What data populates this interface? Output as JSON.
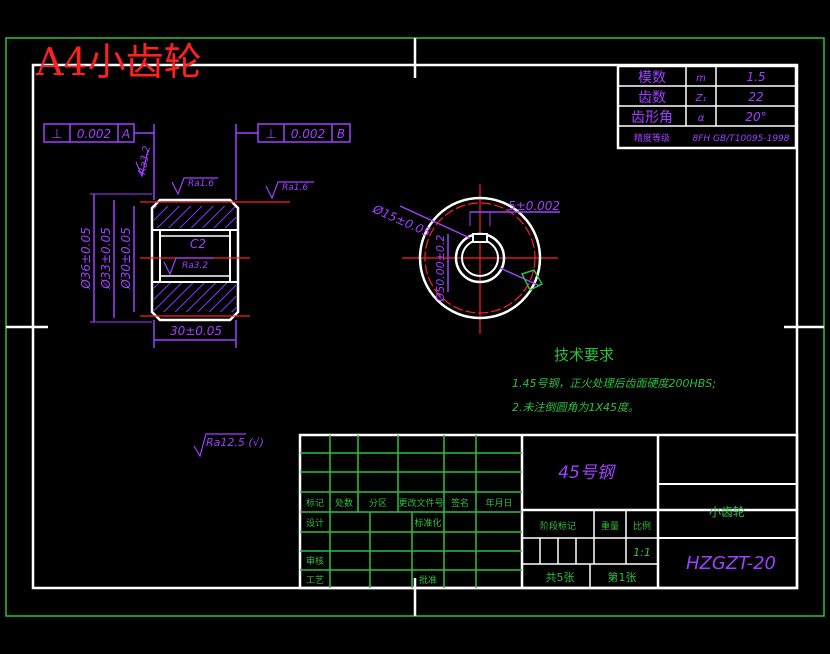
{
  "drawing_title": "A4小齿轮",
  "params": {
    "rows": [
      {
        "name": "模数",
        "symbol": "m",
        "value": "1.5"
      },
      {
        "name": "齿数",
        "symbol": "Z₁",
        "value": "22"
      },
      {
        "name": "齿形角",
        "symbol": "α",
        "value": "20°"
      },
      {
        "name": "精度等级",
        "symbol": "",
        "value": "8FH GB/T10095-1998"
      }
    ]
  },
  "tolerances": {
    "left_symbol": "⊥",
    "left_value": "0.002",
    "left_datum": "A",
    "right_symbol": "⊥",
    "right_value": "0.002",
    "right_datum": "B"
  },
  "dimensions": {
    "ra_a": "Ra3.2",
    "ra_b": "Ra1.6",
    "ra_c": "Ra1.6",
    "ra_d": "Ra3.2",
    "d36": "Ø36±0.05",
    "d33": "Ø33±0.05",
    "d30": "Ø30±0.05",
    "c2": "C2",
    "width": "30±0.05",
    "bore": "Ø15±0.05",
    "key": "5±0.002",
    "depth": "Ø50.00±0.2"
  },
  "tech": {
    "heading": "技术要求",
    "line1": "1.45号钢，正火处理后齿面硬度200HBS;",
    "line2": "2.未注倒圆角为1X45度。"
  },
  "roughness_note": "Ra12.5 (√)",
  "title_block": {
    "material": "45号钢",
    "part_name": "小齿轮",
    "drawing_no": "HZGZT-20",
    "h_mark": "标记",
    "h_count": "处数",
    "h_zone": "分区",
    "h_doc": "更改文件号",
    "h_sign": "签名",
    "h_date": "年月日",
    "r_design": "设计",
    "r_std": "标准化",
    "r_check": "审核",
    "r_process": "工艺",
    "r_approve": "批准",
    "stage_label": "阶段标记",
    "weight_label": "重量",
    "scale_label": "比例",
    "scale_value": "1:1",
    "sheets": "共5张",
    "sheet_no": "第1张"
  }
}
